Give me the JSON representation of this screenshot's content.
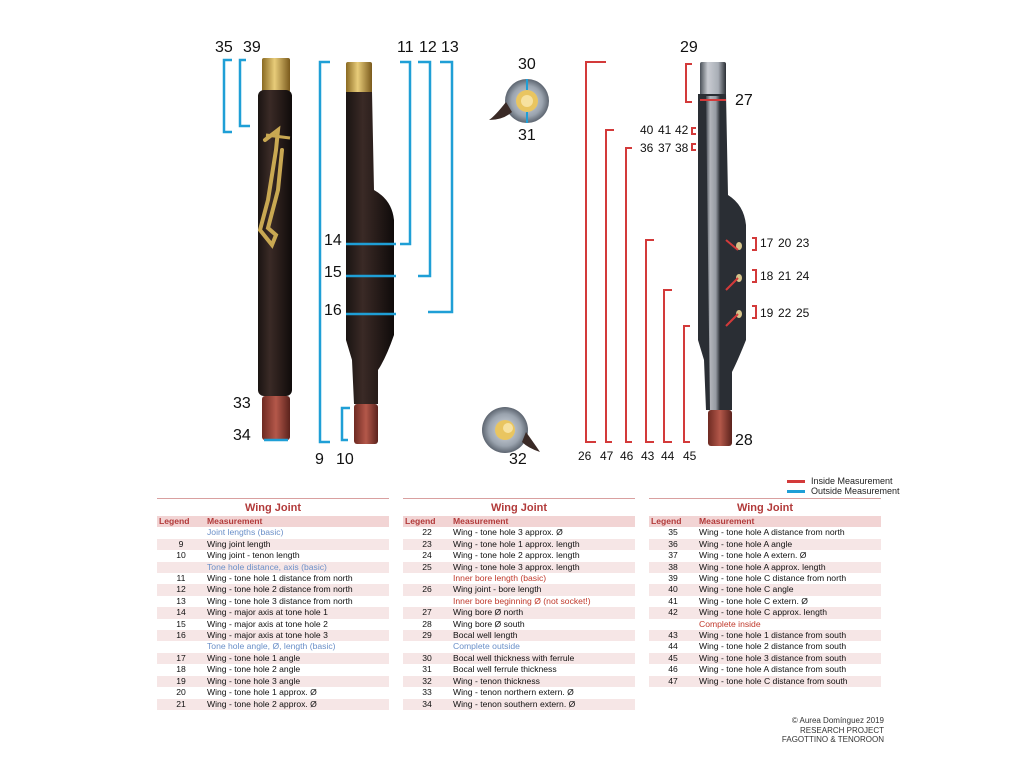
{
  "colors": {
    "inside": "#d33a3a",
    "outside": "#1f9fd6",
    "header_text": "#b23a3a",
    "header_bg": "#f2d4d4",
    "row_alt": "#f6e6e6",
    "category_blue": "#6a8fc8"
  },
  "callouts": {
    "n35": "35",
    "n39": "39",
    "n11": "11",
    "n12": "12",
    "n13": "13",
    "n30": "30",
    "n31": "31",
    "n29": "29",
    "n27": "27",
    "n40": "40",
    "n41": "41",
    "n42": "42",
    "n36": "36",
    "n37": "37",
    "n38": "38",
    "n14": "14",
    "n15": "15",
    "n16": "16",
    "n17": "17",
    "n20": "20",
    "n23": "23",
    "n18": "18",
    "n21": "21",
    "n24": "24",
    "n19": "19",
    "n22": "22",
    "n25": "25",
    "n33": "33",
    "n34": "34",
    "n9": "9",
    "n10": "10",
    "n32": "32",
    "n26": "26",
    "n47": "47",
    "n46": "46",
    "n43": "43",
    "n44": "44",
    "n45": "45",
    "n28": "28"
  },
  "legend": {
    "inside": "Inside Measurement",
    "outside": "Outside Measurement"
  },
  "tables": [
    {
      "title": "Wing Joint",
      "col_legend": "Legend",
      "col_measure": "Measurement",
      "rows": [
        {
          "n": "",
          "m": "Joint lengths (basic)",
          "cat": "blue"
        },
        {
          "n": "9",
          "m": "Wing joint length"
        },
        {
          "n": "10",
          "m": "Wing joint - tenon length"
        },
        {
          "n": "",
          "m": "Tone hole distance, axis (basic)",
          "cat": "blue"
        },
        {
          "n": "11",
          "m": "Wing - tone hole 1 distance from north"
        },
        {
          "n": "12",
          "m": "Wing - tone hole 2 distance from north"
        },
        {
          "n": "13",
          "m": "Wing - tone hole 3 distance from north"
        },
        {
          "n": "14",
          "m": "Wing - major axis at tone hole 1"
        },
        {
          "n": "15",
          "m": "Wing - major axis at tone hole 2"
        },
        {
          "n": "16",
          "m": "Wing - major axis at tone hole 3"
        },
        {
          "n": "",
          "m": "Tone hole angle, Ø, length (basic)",
          "cat": "blue"
        },
        {
          "n": "17",
          "m": "Wing - tone hole 1 angle"
        },
        {
          "n": "18",
          "m": "Wing - tone hole 2 angle"
        },
        {
          "n": "19",
          "m": "Wing - tone hole 3 angle"
        },
        {
          "n": "20",
          "m": "Wing - tone hole 1 approx. Ø"
        },
        {
          "n": "21",
          "m": "Wing - tone hole 2 approx. Ø"
        }
      ]
    },
    {
      "title": "Wing Joint",
      "col_legend": "Legend",
      "col_measure": "Measurement",
      "rows": [
        {
          "n": "22",
          "m": "Wing - tone hole 3 approx. Ø"
        },
        {
          "n": "23",
          "m": "Wing - tone hole 1 approx. length"
        },
        {
          "n": "24",
          "m": "Wing - tone hole 2 approx. length"
        },
        {
          "n": "25",
          "m": "Wing - tone hole 3 approx. length"
        },
        {
          "n": "",
          "m": "Inner bore length (basic)",
          "cat": "red"
        },
        {
          "n": "26",
          "m": "Wing joint - bore length"
        },
        {
          "n": "",
          "m": "Inner bore beginning Ø (not socket!)",
          "cat": "red"
        },
        {
          "n": "27",
          "m": "Wing bore Ø north"
        },
        {
          "n": "28",
          "m": "Wing bore Ø south"
        },
        {
          "n": "29",
          "m": "Bocal well length"
        },
        {
          "n": "",
          "m": "Complete outside",
          "cat": "blue"
        },
        {
          "n": "30",
          "m": "Bocal well thickness with ferrule"
        },
        {
          "n": "31",
          "m": "Bocal well ferrule thickness"
        },
        {
          "n": "32",
          "m": "Wing - tenon thickness"
        },
        {
          "n": "33",
          "m": "Wing - tenon northern extern. Ø"
        },
        {
          "n": "34",
          "m": "Wing - tenon southern extern. Ø"
        }
      ]
    },
    {
      "title": "Wing Joint",
      "col_legend": "Legend",
      "col_measure": "Measurement",
      "rows": [
        {
          "n": "35",
          "m": "Wing - tone hole A distance from north"
        },
        {
          "n": "36",
          "m": "Wing - tone hole A angle"
        },
        {
          "n": "37",
          "m": "Wing - tone hole A extern. Ø"
        },
        {
          "n": "38",
          "m": "Wing - tone hole A approx. length"
        },
        {
          "n": "39",
          "m": "Wing - tone hole C distance from north"
        },
        {
          "n": "40",
          "m": "Wing - tone hole C angle"
        },
        {
          "n": "41",
          "m": "Wing - tone hole C extern. Ø"
        },
        {
          "n": "42",
          "m": "Wing - tone hole C approx. length"
        },
        {
          "n": "",
          "m": "Complete inside",
          "cat": "red"
        },
        {
          "n": "43",
          "m": "Wing - tone hole 1 distance from south"
        },
        {
          "n": "44",
          "m": "Wing - tone hole 2 distance from south"
        },
        {
          "n": "45",
          "m": "Wing - tone hole 3 distance from south"
        },
        {
          "n": "46",
          "m": "Wing - tone hole A distance from south"
        },
        {
          "n": "47",
          "m": "Wing - tone hole C distance from south"
        }
      ]
    }
  ],
  "credit": {
    "line1": "© Aurea Domínguez  2019",
    "line2": "RESEARCH PROJECT",
    "line3": "FAGOTTINO & TENOROON"
  }
}
